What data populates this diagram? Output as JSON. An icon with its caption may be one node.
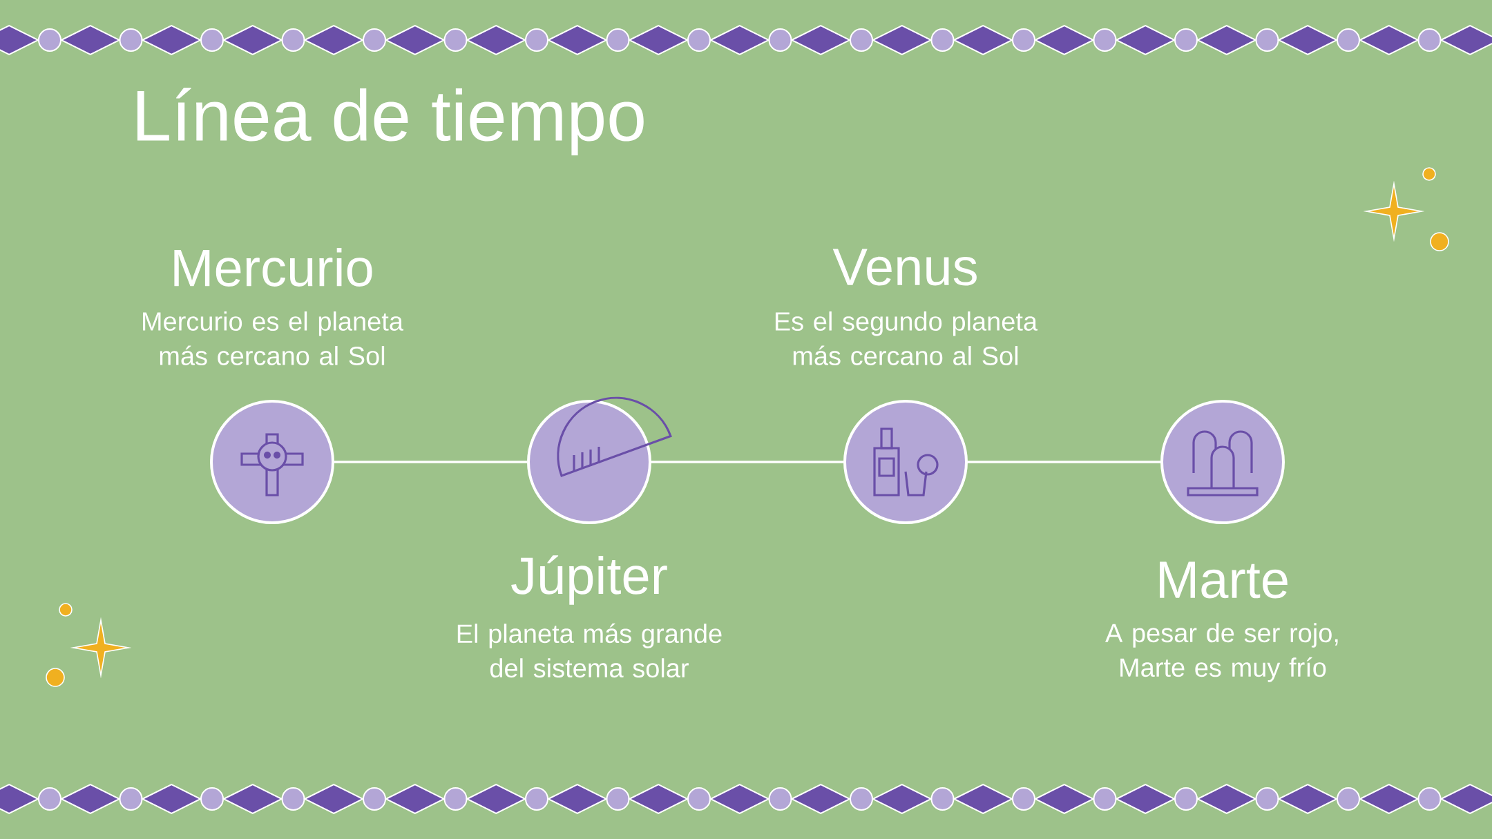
{
  "diagram": {
    "title": "Línea de tiempo",
    "nodes": [
      {
        "text": [],
        "shape": "circle",
        "beside": [
          "Mercurio",
          "Mercurio es el planeta más cercano al Sol"
        ]
      },
      {
        "text": [],
        "shape": "circle",
        "beside": [
          "Júpiter",
          "El planeta más grande del sistema solar"
        ]
      },
      {
        "text": [],
        "shape": "circle",
        "beside": [
          "Venus",
          "Es el segundo planeta más cercano al Sol"
        ]
      },
      {
        "text": [],
        "shape": "circle",
        "beside": [
          "Marte",
          "A pesar de ser rojo, Marte es muy frío"
        ]
      }
    ],
    "edges": [
      {
        "from": 0,
        "to": 1,
        "arrow": "none"
      },
      {
        "from": 1,
        "to": 2,
        "arrow": "none"
      },
      {
        "from": 2,
        "to": 3,
        "arrow": "none"
      }
    ]
  }
}
